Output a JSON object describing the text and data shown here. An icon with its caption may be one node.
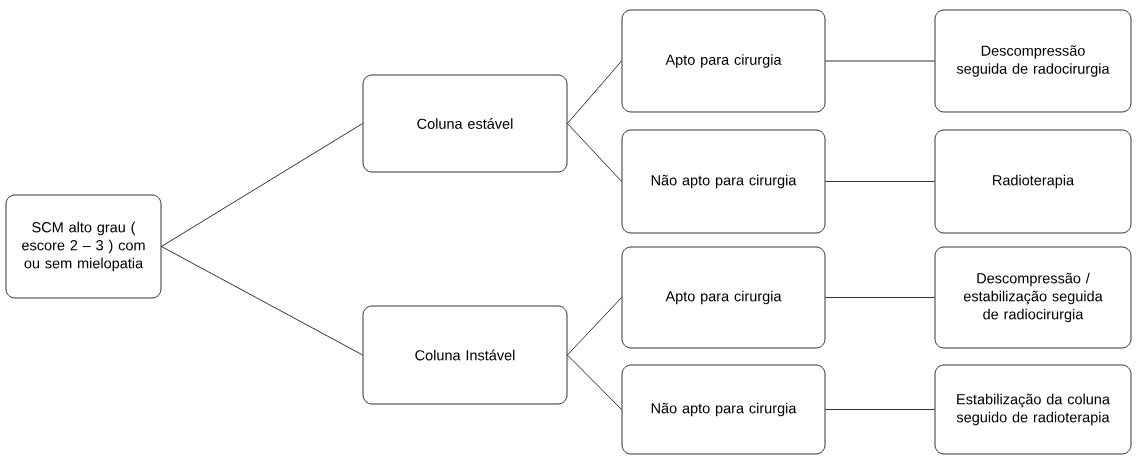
{
  "diagram": {
    "nodes": [
      {
        "text": [
          "SCM alto grau ( escore 2 – 3 ) com ou sem mielopatia"
        ]
      },
      {
        "text": [
          "Coluna estável"
        ]
      },
      {
        "text": [
          "Coluna Instável"
        ]
      },
      {
        "text": [
          "Apto para cirurgia"
        ]
      },
      {
        "text": [
          "Não apto para cirurgia"
        ]
      },
      {
        "text": [
          "Apto para cirurgia"
        ]
      },
      {
        "text": [
          "Não apto para cirurgia"
        ]
      },
      {
        "text": [
          "Descompressão seguida de radocirurgia"
        ]
      },
      {
        "text": [
          "Radioterapia"
        ]
      },
      {
        "text": [
          "Descompressão / estabilização seguida de radiocirurgia"
        ]
      },
      {
        "text": [
          "Estabilização da coluna seguido de radioterapia"
        ]
      }
    ],
    "edges": [
      {
        "from": 0,
        "to": 1,
        "arrow": "none"
      },
      {
        "from": 0,
        "to": 2,
        "arrow": "none"
      },
      {
        "from": 1,
        "to": 3,
        "arrow": "none"
      },
      {
        "from": 1,
        "to": 4,
        "arrow": "none"
      },
      {
        "from": 2,
        "to": 5,
        "arrow": "none"
      },
      {
        "from": 2,
        "to": 6,
        "arrow": "none"
      },
      {
        "from": 3,
        "to": 7,
        "arrow": "none"
      },
      {
        "from": 4,
        "to": 8,
        "arrow": "none"
      },
      {
        "from": 5,
        "to": 9,
        "arrow": "none"
      },
      {
        "from": 6,
        "to": 10,
        "arrow": "none"
      }
    ]
  }
}
